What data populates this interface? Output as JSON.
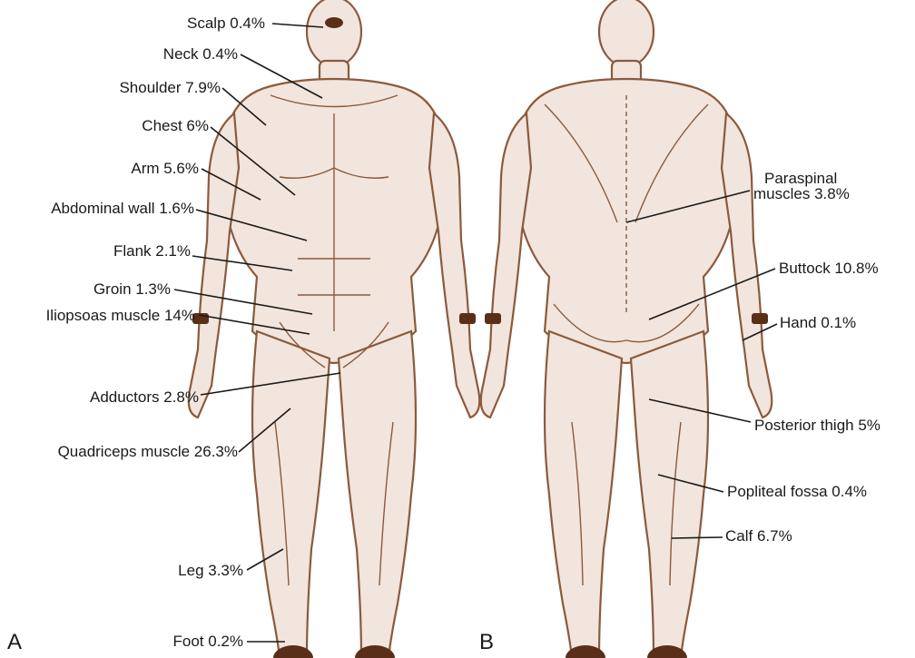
{
  "panels": {
    "a": "A",
    "b": "B"
  },
  "anterior_labels": {
    "scalp": "Scalp 0.4%",
    "neck": "Neck 0.4%",
    "shoulder": "Shoulder 7.9%",
    "chest": "Chest 6%",
    "arm": "Arm 5.6%",
    "abdominal_wall": "Abdominal wall 1.6%",
    "flank": "Flank 2.1%",
    "groin": "Groin 1.3%",
    "iliopsoas": "Iliopsoas muscle 14%",
    "adductors": "Adductors 2.8%",
    "quadriceps": "Quadriceps muscle 26.3%",
    "leg": "Leg 3.3%",
    "foot": "Foot 0.2%"
  },
  "posterior_labels": {
    "paraspinal_line1": "Paraspinal",
    "paraspinal_line2": "muscles 3.8%",
    "buttock": "Buttock 10.8%",
    "hand": "Hand 0.1%",
    "posterior_thigh": "Posterior thigh 5%",
    "popliteal_fossa": "Popliteal fossa 0.4%",
    "calf": "Calf 6.7%"
  },
  "colors": {
    "body_fill": "#f1e5dd",
    "muscle_line": "#8b5a3c",
    "dark": "#5a2f1a",
    "leader": "#1a1a1a"
  }
}
